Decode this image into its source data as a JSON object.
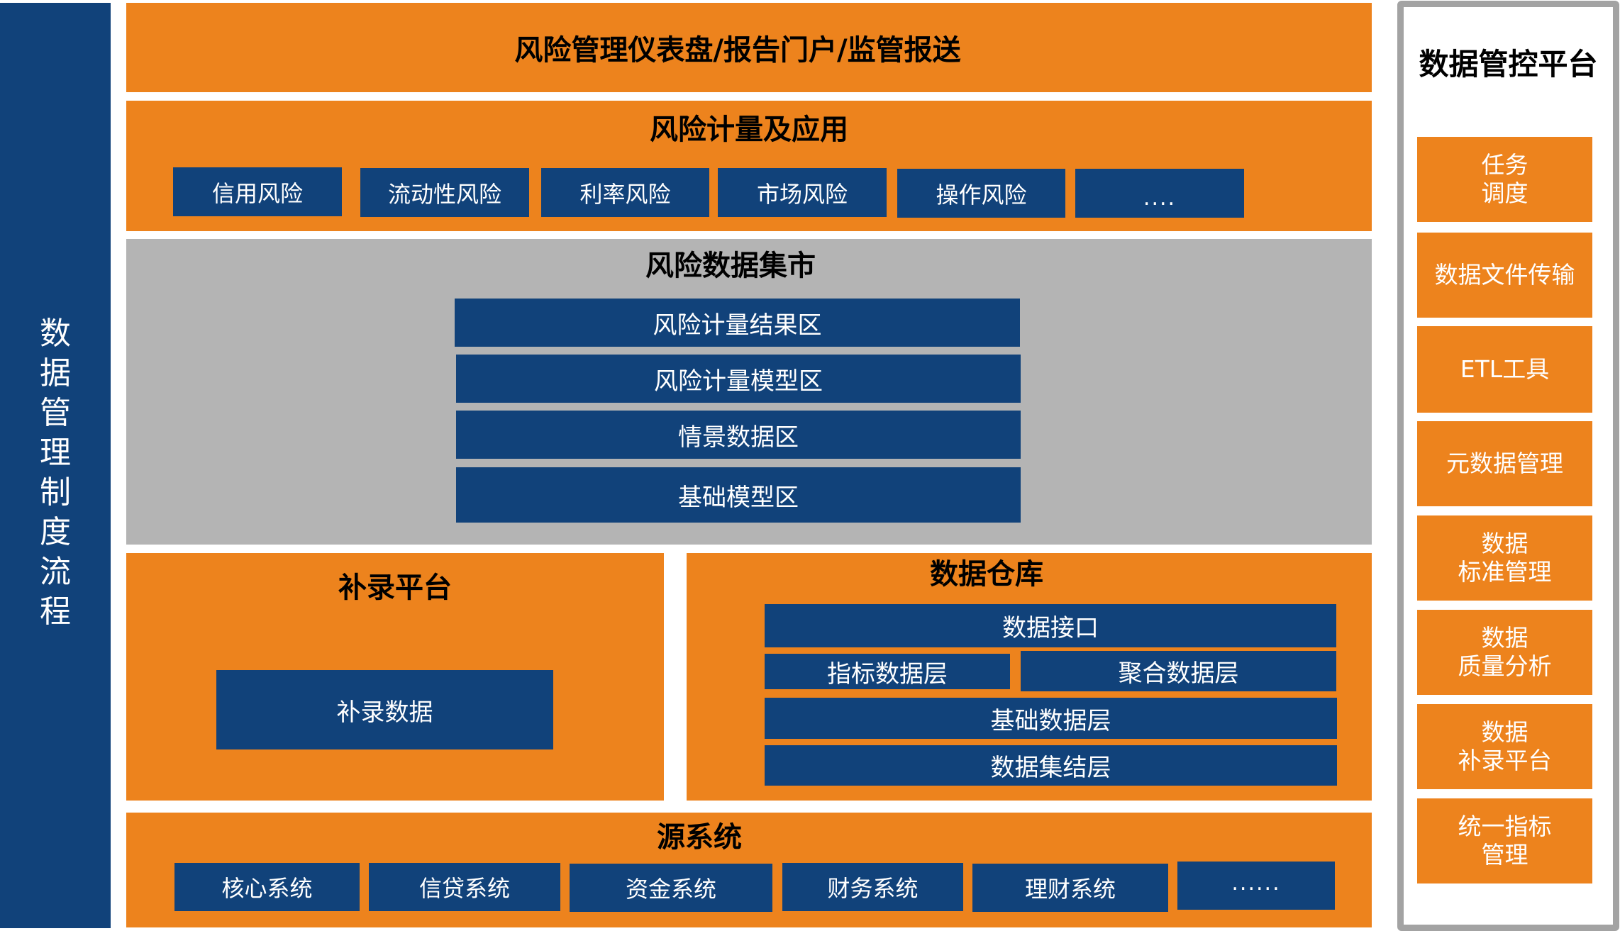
{
  "left_bar": {
    "label_chars": [
      "数",
      "据",
      "管",
      "理",
      "制",
      "度",
      "流",
      "程"
    ],
    "label": "数据管理制度流程"
  },
  "layers": {
    "dashboard": {
      "title": "风险管理仪表盘/报告门户/监管报送"
    },
    "risk_measurement": {
      "title": "风险计量及应用",
      "items": [
        "信用风险",
        "流动性风险",
        "利率风险",
        "市场风险",
        "操作风险",
        "...."
      ]
    },
    "risk_data_mart": {
      "title": "风险数据集市",
      "zones": [
        "风险计量结果区",
        "风险计量模型区",
        "情景数据区",
        "基础模型区"
      ]
    },
    "supplement_platform": {
      "title": "补录平台",
      "item": "补录数据"
    },
    "data_warehouse": {
      "title": "数据仓库",
      "interface": "数据接口",
      "indicator_layer": "指标数据层",
      "aggregate_layer": "聚合数据层",
      "base_layer": "基础数据层",
      "staging_layer": "数据集结层"
    },
    "source_systems": {
      "title": "源系统",
      "items": [
        "核心系统",
        "信贷系统",
        "资金系统",
        "财务系统",
        "理财系统",
        "......"
      ]
    }
  },
  "control_platform": {
    "title": "数据管控平台",
    "items": [
      "任务\n调度",
      "数据文件传输",
      "ETL工具",
      "元数据管理",
      "数据\n标准管理",
      "数据\n质量分析",
      "数据\n补录平台",
      "统一指标\n管理"
    ]
  },
  "colors": {
    "orange": "#ED831D",
    "blue": "#11427A",
    "gray": "#B4B4B4",
    "panel_border": "#A3A3A3"
  }
}
